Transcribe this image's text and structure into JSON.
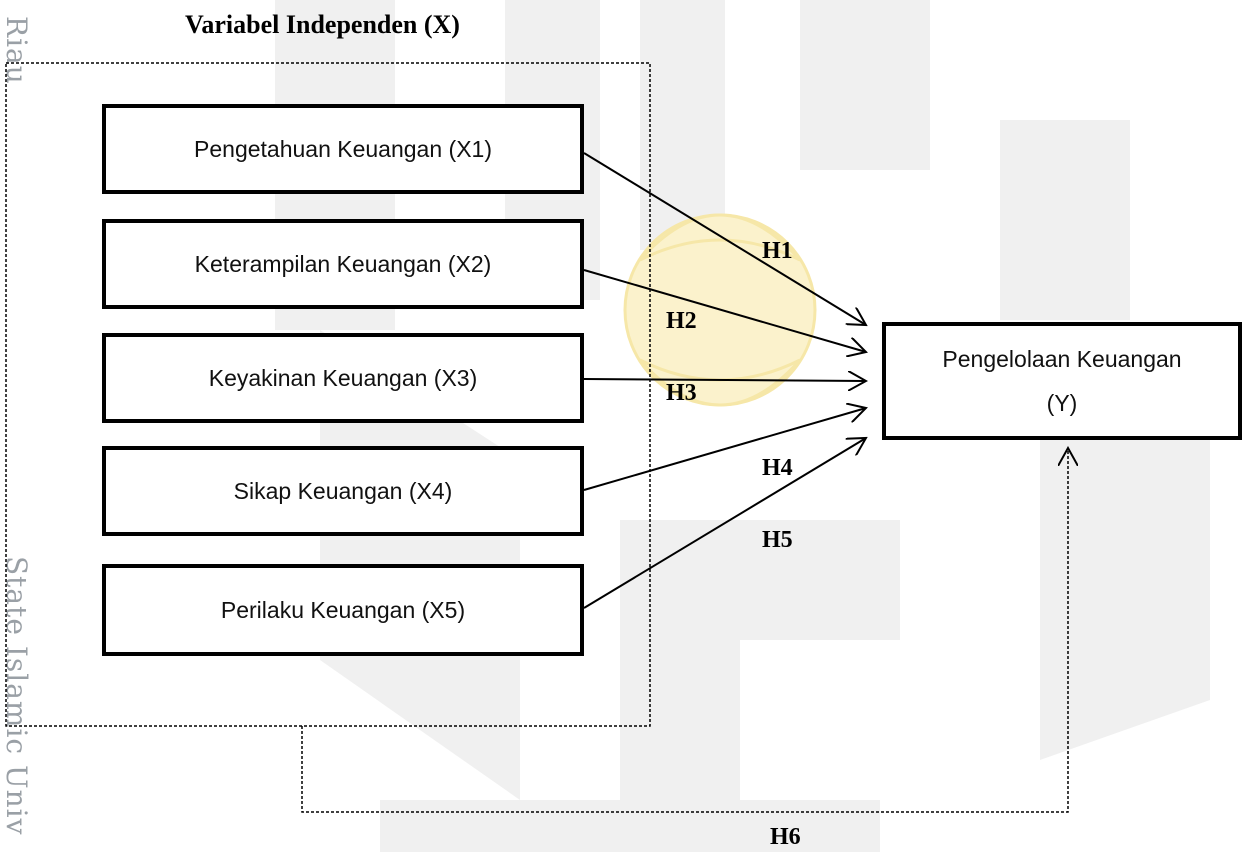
{
  "side_text": {
    "top": "Riau",
    "bottom": "State Islamic Univ"
  },
  "title": "Variabel Independen (X)",
  "independents": [
    {
      "label": "Pengetahuan Keuangan (X1)"
    },
    {
      "label": "Keterampilan Keuangan (X2)"
    },
    {
      "label": "Keyakinan Keuangan (X3)"
    },
    {
      "label": "Sikap Keuangan (X4)"
    },
    {
      "label": "Perilaku Keuangan (X5)"
    }
  ],
  "dependent": {
    "line1": "Pengelolaan Keuangan",
    "line2": "(Y)"
  },
  "hypotheses": [
    "H1",
    "H2",
    "H3",
    "H4",
    "H5",
    "H6"
  ],
  "colors": {
    "line": "#000000",
    "watermark": "#f0f0f0",
    "emblem": "#f6e7a8"
  }
}
